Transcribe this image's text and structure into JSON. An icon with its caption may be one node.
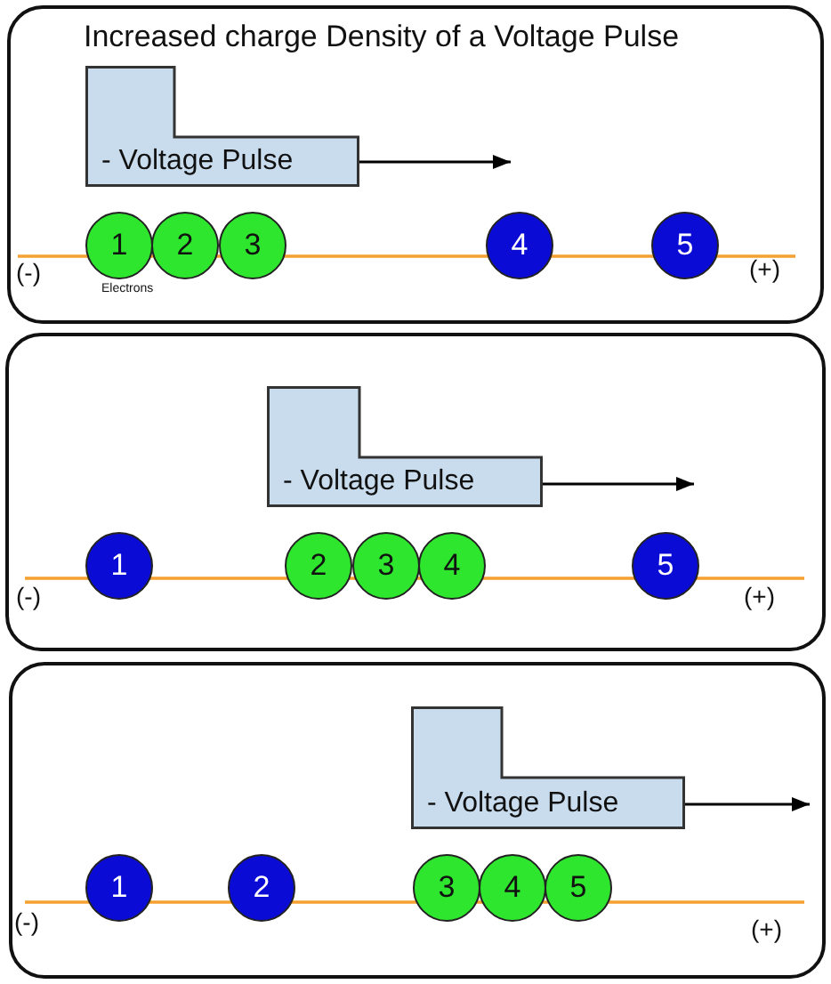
{
  "diagram": {
    "nodes": [
      {
        "text": [
          "Increased charge Density of a Voltage Pulse"
        ]
      },
      {
        "text": [
          "- Voltage Pulse"
        ],
        "in": 0
      },
      {
        "text": [
          "1"
        ],
        "in": 0
      },
      {
        "text": [
          "2"
        ],
        "in": 0
      },
      {
        "text": [
          "3"
        ],
        "in": 0
      },
      {
        "text": [
          "4"
        ],
        "in": 0
      },
      {
        "text": [
          "5"
        ],
        "in": 0
      },
      {
        "text": [],
        "shape": "box"
      },
      {
        "text": [
          "- Voltage Pulse"
        ],
        "in": 7
      },
      {
        "text": [
          "1"
        ],
        "in": 7
      },
      {
        "text": [
          "2"
        ],
        "in": 7
      },
      {
        "text": [
          "3"
        ],
        "in": 7
      },
      {
        "text": [
          "4"
        ],
        "in": 7
      },
      {
        "text": [
          "5"
        ],
        "in": 7
      },
      {
        "text": [],
        "shape": "box"
      },
      {
        "text": [
          "- Voltage Pulse"
        ],
        "in": 14
      },
      {
        "text": [
          "1"
        ],
        "in": 14
      },
      {
        "text": [
          "2"
        ],
        "in": 14
      },
      {
        "text": [
          "3"
        ],
        "in": 14
      },
      {
        "text": [
          "4"
        ],
        "in": 14
      },
      {
        "text": [
          "5"
        ],
        "in": 14
      }
    ],
    "edges": [
      {
        "from": 1,
        "to": null,
        "arrow": "to"
      },
      {
        "from": 8,
        "to": null,
        "arrow": "to"
      },
      {
        "from": 15,
        "to": null,
        "arrow": "to"
      }
    ],
    "labels": [
      "(-)",
      "(+)",
      "Electrons",
      "(-)",
      "(+)",
      "(-)",
      "(+)"
    ]
  }
}
